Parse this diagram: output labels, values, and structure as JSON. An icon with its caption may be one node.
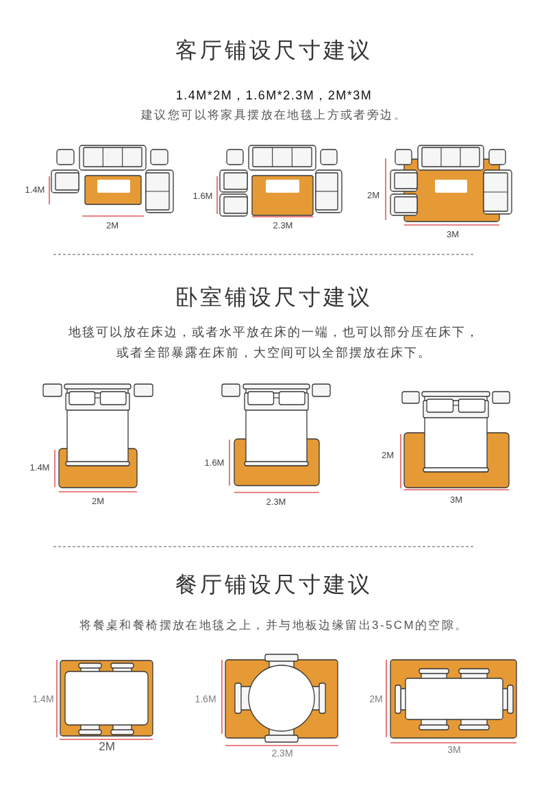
{
  "diagram": {
    "labels": [
      "客厅铺设尺寸建议",
      "1.4M*2M，1.6M*2.3M，2M*3M",
      "建议您可以将家具摆放在地毯上方或者旁边。",
      "1.4M",
      "2M",
      "1.6M",
      "2.3M",
      "2M",
      "3M",
      "卧室铺设尺寸建议",
      "地毯可以放在床边，或者水平放在床的一端，也可以部分压在床下，或者全部暴露在床前，大空间可以全部摆放在床下。",
      "1.4M",
      "2M",
      "1.6M",
      "2.3M",
      "2M",
      "3M",
      "餐厅铺设尺寸建议",
      "将餐桌和餐椅摆放在地毯之上，并与地板边缘留出3-5CM的空隙。",
      "1.4M",
      "2M",
      "1.6M",
      "2.3M",
      "2M",
      "3M"
    ]
  }
}
